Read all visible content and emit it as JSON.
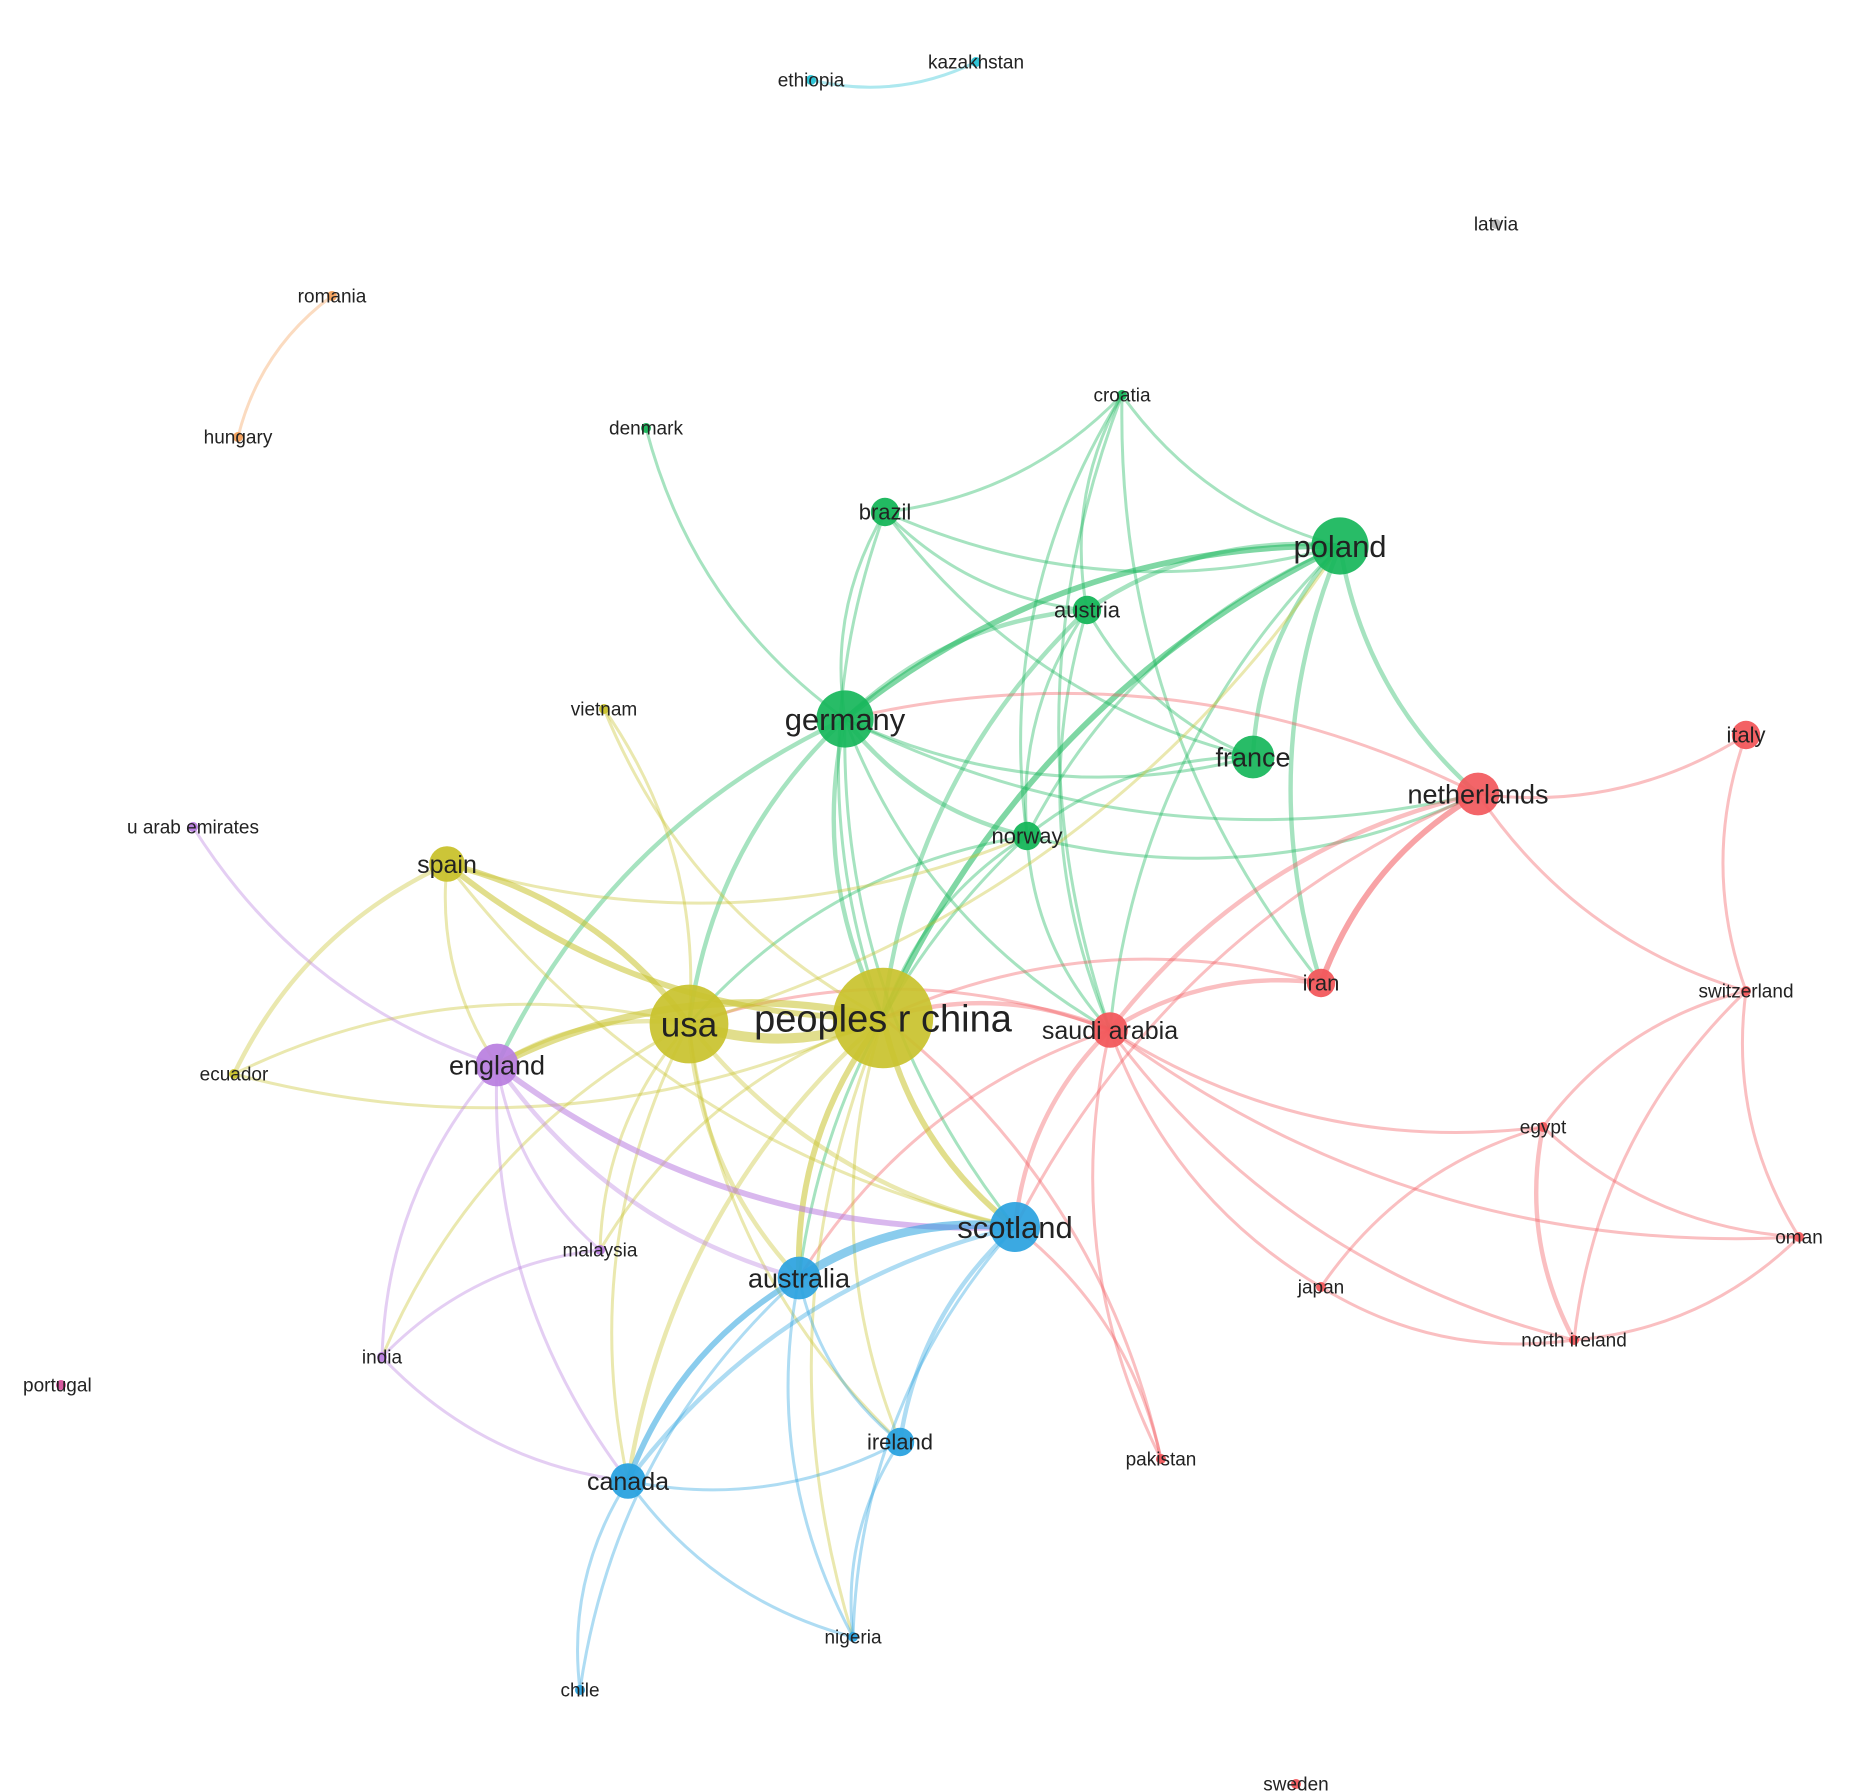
{
  "diagram": {
    "type": "co-authorship-country-network",
    "clusters": {
      "red": "#f2585c",
      "green": "#16b65a",
      "blue": "#2aa2df",
      "yellow": "#c9c22d",
      "purple": "#b97ee0",
      "cyan": "#27c3d6",
      "orange": "#f5a05a",
      "pink": "#d64f9a",
      "gray": "#bbbbbb"
    },
    "nodes": [
      {
        "id": "ethiopia",
        "label": "ethiopia",
        "cluster": "cyan",
        "weight": 1
      },
      {
        "id": "kazakhstan",
        "label": "kazakhstan",
        "cluster": "cyan",
        "weight": 1
      },
      {
        "id": "latvia",
        "label": "latvia",
        "cluster": "gray",
        "weight": 1
      },
      {
        "id": "romania",
        "label": "romania",
        "cluster": "orange",
        "weight": 1
      },
      {
        "id": "hungary",
        "label": "hungary",
        "cluster": "orange",
        "weight": 1
      },
      {
        "id": "denmark",
        "label": "denmark",
        "cluster": "green",
        "weight": 1
      },
      {
        "id": "croatia",
        "label": "croatia",
        "cluster": "green",
        "weight": 1
      },
      {
        "id": "brazil",
        "label": "brazil",
        "cluster": "green",
        "weight": 2
      },
      {
        "id": "poland",
        "label": "poland",
        "cluster": "green",
        "weight": 6
      },
      {
        "id": "austria",
        "label": "austria",
        "cluster": "green",
        "weight": 2
      },
      {
        "id": "vietnam",
        "label": "vietnam",
        "cluster": "yellow",
        "weight": 1
      },
      {
        "id": "germany",
        "label": "germany",
        "cluster": "green",
        "weight": 6
      },
      {
        "id": "france",
        "label": "france",
        "cluster": "green",
        "weight": 4
      },
      {
        "id": "italy",
        "label": "italy",
        "cluster": "red",
        "weight": 2
      },
      {
        "id": "netherlands",
        "label": "netherlands",
        "cluster": "red",
        "weight": 4
      },
      {
        "id": "u-arab-emirates",
        "label": "u arab emirates",
        "cluster": "purple",
        "weight": 1
      },
      {
        "id": "spain",
        "label": "spain",
        "cluster": "yellow",
        "weight": 3
      },
      {
        "id": "norway",
        "label": "norway",
        "cluster": "green",
        "weight": 2
      },
      {
        "id": "iran",
        "label": "iran",
        "cluster": "red",
        "weight": 2
      },
      {
        "id": "switzerland",
        "label": "switzerland",
        "cluster": "red",
        "weight": 1
      },
      {
        "id": "usa",
        "label": "usa",
        "cluster": "yellow",
        "weight": 9
      },
      {
        "id": "peoples-r-china",
        "label": "peoples r china",
        "cluster": "yellow",
        "weight": 12
      },
      {
        "id": "saudi-arabia",
        "label": "saudi arabia",
        "cluster": "red",
        "weight": 3
      },
      {
        "id": "england",
        "label": "england",
        "cluster": "purple",
        "weight": 4
      },
      {
        "id": "ecuador",
        "label": "ecuador",
        "cluster": "yellow",
        "weight": 1
      },
      {
        "id": "egypt",
        "label": "egypt",
        "cluster": "red",
        "weight": 1
      },
      {
        "id": "oman",
        "label": "oman",
        "cluster": "red",
        "weight": 1
      },
      {
        "id": "scotland",
        "label": "scotland",
        "cluster": "blue",
        "weight": 5
      },
      {
        "id": "malaysia",
        "label": "malaysia",
        "cluster": "purple",
        "weight": 1
      },
      {
        "id": "australia",
        "label": "australia",
        "cluster": "blue",
        "weight": 4
      },
      {
        "id": "japan",
        "label": "japan",
        "cluster": "red",
        "weight": 1
      },
      {
        "id": "north-ireland",
        "label": "north ireland",
        "cluster": "red",
        "weight": 1
      },
      {
        "id": "india",
        "label": "india",
        "cluster": "purple",
        "weight": 1
      },
      {
        "id": "portugal",
        "label": "portugal",
        "cluster": "pink",
        "weight": 1
      },
      {
        "id": "ireland",
        "label": "ireland",
        "cluster": "blue",
        "weight": 2
      },
      {
        "id": "pakistan",
        "label": "pakistan",
        "cluster": "red",
        "weight": 1
      },
      {
        "id": "canada",
        "label": "canada",
        "cluster": "blue",
        "weight": 3
      },
      {
        "id": "nigeria",
        "label": "nigeria",
        "cluster": "blue",
        "weight": 1
      },
      {
        "id": "chile",
        "label": "chile",
        "cluster": "blue",
        "weight": 1
      },
      {
        "id": "sweden",
        "label": "sweden",
        "cluster": "red",
        "weight": 1
      }
    ],
    "edges": [
      {
        "source": "ethiopia",
        "target": "kazakhstan",
        "strength": 1
      },
      {
        "source": "romania",
        "target": "hungary",
        "strength": 1
      },
      {
        "source": "denmark",
        "target": "germany",
        "strength": 1
      },
      {
        "source": "brazil",
        "target": "poland",
        "strength": 1
      },
      {
        "source": "brazil",
        "target": "austria",
        "strength": 1
      },
      {
        "source": "brazil",
        "target": "germany",
        "strength": 1
      },
      {
        "source": "brazil",
        "target": "croatia",
        "strength": 1
      },
      {
        "source": "brazil",
        "target": "france",
        "strength": 1
      },
      {
        "source": "brazil",
        "target": "peoples-r-china",
        "strength": 1
      },
      {
        "source": "croatia",
        "target": "poland",
        "strength": 1
      },
      {
        "source": "croatia",
        "target": "austria",
        "strength": 1
      },
      {
        "source": "croatia",
        "target": "norway",
        "strength": 1
      },
      {
        "source": "croatia",
        "target": "saudi-arabia",
        "strength": 1
      },
      {
        "source": "croatia",
        "target": "iran",
        "strength": 1
      },
      {
        "source": "poland",
        "target": "germany",
        "strength": 3
      },
      {
        "source": "poland",
        "target": "austria",
        "strength": 2
      },
      {
        "source": "poland",
        "target": "france",
        "strength": 2
      },
      {
        "source": "poland",
        "target": "netherlands",
        "strength": 2
      },
      {
        "source": "poland",
        "target": "iran",
        "strength": 2
      },
      {
        "source": "poland",
        "target": "peoples-r-china",
        "strength": 3
      },
      {
        "source": "poland",
        "target": "saudi-arabia",
        "strength": 1
      },
      {
        "source": "poland",
        "target": "norway",
        "strength": 1
      },
      {
        "source": "austria",
        "target": "germany",
        "strength": 2
      },
      {
        "source": "austria",
        "target": "peoples-r-china",
        "strength": 2
      },
      {
        "source": "austria",
        "target": "france",
        "strength": 1
      },
      {
        "source": "austria",
        "target": "norway",
        "strength": 1
      },
      {
        "source": "austria",
        "target": "saudi-arabia",
        "strength": 1
      },
      {
        "source": "germany",
        "target": "usa",
        "strength": 2
      },
      {
        "source": "germany",
        "target": "peoples-r-china",
        "strength": 2
      },
      {
        "source": "germany",
        "target": "norway",
        "strength": 2
      },
      {
        "source": "germany",
        "target": "france",
        "strength": 1
      },
      {
        "source": "germany",
        "target": "scotland",
        "strength": 1
      },
      {
        "source": "germany",
        "target": "saudi-arabia",
        "strength": 1
      },
      {
        "source": "germany",
        "target": "england",
        "strength": 2
      },
      {
        "source": "germany",
        "target": "netherlands",
        "strength": 1
      },
      {
        "source": "france",
        "target": "norway",
        "strength": 1
      },
      {
        "source": "norway",
        "target": "netherlands",
        "strength": 1
      },
      {
        "source": "norway",
        "target": "peoples-r-china",
        "strength": 1
      },
      {
        "source": "norway",
        "target": "saudi-arabia",
        "strength": 1
      },
      {
        "source": "norway",
        "target": "usa",
        "strength": 1
      },
      {
        "source": "norway",
        "target": "australia",
        "strength": 1
      },
      {
        "source": "netherlands",
        "target": "italy",
        "strength": 1
      },
      {
        "source": "netherlands",
        "target": "switzerland",
        "strength": 1
      },
      {
        "source": "netherlands",
        "target": "iran",
        "strength": 3
      },
      {
        "source": "netherlands",
        "target": "saudi-arabia",
        "strength": 2
      },
      {
        "source": "netherlands",
        "target": "scotland",
        "strength": 1
      },
      {
        "source": "netherlands",
        "target": "germany",
        "strength": 1
      },
      {
        "source": "italy",
        "target": "switzerland",
        "strength": 1
      },
      {
        "source": "switzerland",
        "target": "egypt",
        "strength": 1
      },
      {
        "source": "switzerland",
        "target": "oman",
        "strength": 1
      },
      {
        "source": "switzerland",
        "target": "north-ireland",
        "strength": 1
      },
      {
        "source": "iran",
        "target": "saudi-arabia",
        "strength": 2
      },
      {
        "source": "iran",
        "target": "peoples-r-china",
        "strength": 1
      },
      {
        "source": "saudi-arabia",
        "target": "peoples-r-china",
        "strength": 2
      },
      {
        "source": "saudi-arabia",
        "target": "egypt",
        "strength": 1
      },
      {
        "source": "saudi-arabia",
        "target": "japan",
        "strength": 1
      },
      {
        "source": "saudi-arabia",
        "target": "pakistan",
        "strength": 1
      },
      {
        "source": "saudi-arabia",
        "target": "north-ireland",
        "strength": 1
      },
      {
        "source": "saudi-arabia",
        "target": "oman",
        "strength": 1
      },
      {
        "source": "saudi-arabia",
        "target": "scotland",
        "strength": 2
      },
      {
        "source": "saudi-arabia",
        "target": "australia",
        "strength": 1
      },
      {
        "source": "saudi-arabia",
        "target": "usa",
        "strength": 1
      },
      {
        "source": "egypt",
        "target": "north-ireland",
        "strength": 2
      },
      {
        "source": "egypt",
        "target": "oman",
        "strength": 1
      },
      {
        "source": "egypt",
        "target": "japan",
        "strength": 1
      },
      {
        "source": "japan",
        "target": "north-ireland",
        "strength": 1
      },
      {
        "source": "north-ireland",
        "target": "oman",
        "strength": 1
      },
      {
        "source": "pakistan",
        "target": "scotland",
        "strength": 1
      },
      {
        "source": "pakistan",
        "target": "peoples-r-china",
        "strength": 1
      },
      {
        "source": "usa",
        "target": "peoples-r-china",
        "strength": 6
      },
      {
        "source": "usa",
        "target": "spain",
        "strength": 3
      },
      {
        "source": "usa",
        "target": "england",
        "strength": 2
      },
      {
        "source": "usa",
        "target": "ecuador",
        "strength": 1
      },
      {
        "source": "usa",
        "target": "vietnam",
        "strength": 1
      },
      {
        "source": "usa",
        "target": "scotland",
        "strength": 2
      },
      {
        "source": "usa",
        "target": "australia",
        "strength": 2
      },
      {
        "source": "usa",
        "target": "canada",
        "strength": 1
      },
      {
        "source": "usa",
        "target": "ireland",
        "strength": 1
      },
      {
        "source": "usa",
        "target": "malaysia",
        "strength": 1
      },
      {
        "source": "usa",
        "target": "india",
        "strength": 1
      },
      {
        "source": "usa",
        "target": "poland",
        "strength": 1
      },
      {
        "source": "spain",
        "target": "peoples-r-china",
        "strength": 3
      },
      {
        "source": "spain",
        "target": "ecuador",
        "strength": 2
      },
      {
        "source": "spain",
        "target": "england",
        "strength": 1
      },
      {
        "source": "spain",
        "target": "scotland",
        "strength": 1
      },
      {
        "source": "spain",
        "target": "norway",
        "strength": 1
      },
      {
        "source": "vietnam",
        "target": "peoples-r-china",
        "strength": 1
      },
      {
        "source": "ecuador",
        "target": "peoples-r-china",
        "strength": 1
      },
      {
        "source": "peoples-r-china",
        "target": "england",
        "strength": 4
      },
      {
        "source": "peoples-r-china",
        "target": "scotland",
        "strength": 3
      },
      {
        "source": "peoples-r-china",
        "target": "australia",
        "strength": 3
      },
      {
        "source": "peoples-r-china",
        "target": "canada",
        "strength": 2
      },
      {
        "source": "peoples-r-china",
        "target": "ireland",
        "strength": 1
      },
      {
        "source": "peoples-r-china",
        "target": "malaysia",
        "strength": 1
      },
      {
        "source": "peoples-r-china",
        "target": "nigeria",
        "strength": 1
      },
      {
        "source": "u-arab-emirates",
        "target": "england",
        "strength": 1
      },
      {
        "source": "england",
        "target": "scotland",
        "strength": 3
      },
      {
        "source": "england",
        "target": "australia",
        "strength": 2
      },
      {
        "source": "england",
        "target": "malaysia",
        "strength": 1
      },
      {
        "source": "england",
        "target": "india",
        "strength": 1
      },
      {
        "source": "england",
        "target": "canada",
        "strength": 1
      },
      {
        "source": "malaysia",
        "target": "india",
        "strength": 1
      },
      {
        "source": "india",
        "target": "canada",
        "strength": 1
      },
      {
        "source": "scotland",
        "target": "australia",
        "strength": 5
      },
      {
        "source": "scotland",
        "target": "ireland",
        "strength": 2
      },
      {
        "source": "scotland",
        "target": "canada",
        "strength": 2
      },
      {
        "source": "scotland",
        "target": "nigeria",
        "strength": 1
      },
      {
        "source": "australia",
        "target": "canada",
        "strength": 3
      },
      {
        "source": "australia",
        "target": "ireland",
        "strength": 1
      },
      {
        "source": "australia",
        "target": "nigeria",
        "strength": 1
      },
      {
        "source": "australia",
        "target": "chile",
        "strength": 1
      },
      {
        "source": "canada",
        "target": "ireland",
        "strength": 1
      },
      {
        "source": "canada",
        "target": "chile",
        "strength": 1
      },
      {
        "source": "canada",
        "target": "nigeria",
        "strength": 1
      },
      {
        "source": "ireland",
        "target": "nigeria",
        "strength": 1
      }
    ]
  }
}
